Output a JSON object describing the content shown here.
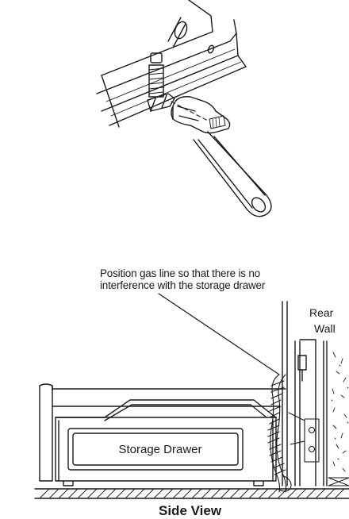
{
  "callout": {
    "line1": "Position gas line so that there is no",
    "line2": "interference with the storage drawer"
  },
  "rear_wall": {
    "line1": "Rear",
    "line2": "Wall"
  },
  "drawer_label": "Storage Drawer",
  "caption": "Side View"
}
